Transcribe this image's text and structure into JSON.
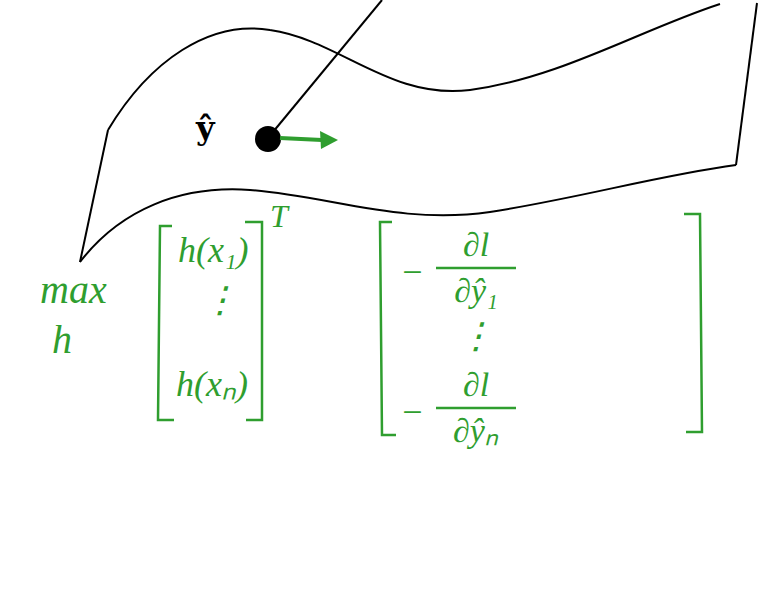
{
  "diagram": {
    "labels": [
      "ŷ",
      "max",
      "h",
      "h(x₁)",
      "⋮",
      "h(xₙ)",
      "T",
      "−",
      "∂l",
      "∂ŷ₁",
      "⋮",
      "−",
      "∂l",
      "∂ŷₙ"
    ]
  }
}
